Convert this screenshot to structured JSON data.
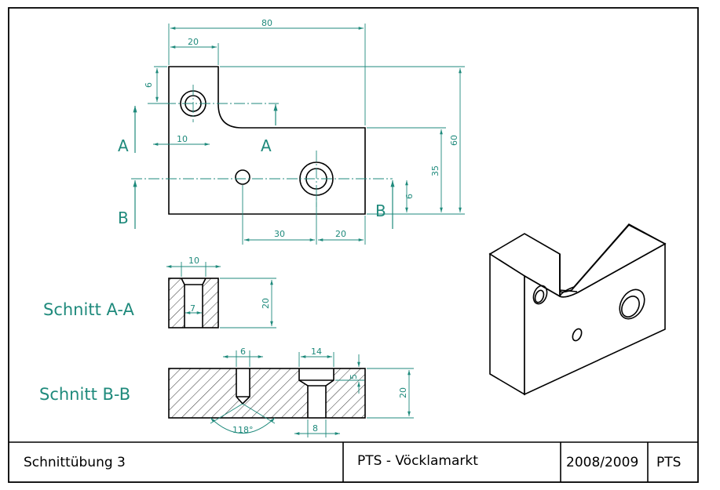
{
  "views": {
    "section_a": {
      "title": "Schnitt A-A",
      "label": "A"
    },
    "section_b": {
      "title": "Schnitt B-B",
      "label": "B"
    }
  },
  "dimensions": {
    "top_width": "80",
    "top_notch_width": "20",
    "notch_hole_offset_y": "6",
    "notch_hole_x": "10",
    "height_total": "60",
    "height_lower": "35",
    "lower_hole_offset_y": "6",
    "lower_hole_spacing": "30",
    "lower_hole_right": "20",
    "aa_width": "10",
    "aa_hole": "7",
    "aa_height": "20",
    "bb_small_hole": "6",
    "bb_counterbore": "14",
    "bb_counterbore_depth": "5",
    "bb_height": "20",
    "bb_hole": "8",
    "bb_angle": "118°"
  },
  "title_block": {
    "drawing_title": "Schnittübung 3",
    "school": "PTS - Vöcklamarkt",
    "year": "2008/2009",
    "code": "PTS"
  }
}
